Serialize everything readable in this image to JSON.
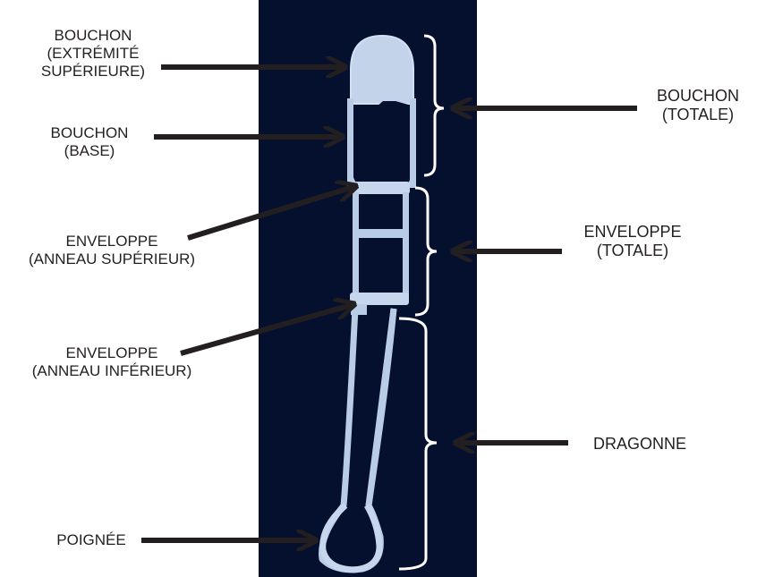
{
  "labels": {
    "cap_top": [
      "BOUCHON",
      "(EXTRÉMITÉ",
      "SUPÉRIEURE)"
    ],
    "cap_base": [
      "BOUCHON",
      "(BASE)"
    ],
    "sleeve_upper_ring": [
      "ENVELOPPE",
      "(ANNEAU SUPÉRIEUR)"
    ],
    "sleeve_lower_ring": [
      "ENVELOPPE",
      "(ANNEAU INFÉRIEUR)"
    ],
    "handle": [
      "POIGNÉE"
    ],
    "cap_total": [
      "BOUCHON",
      "(TOTALE)"
    ],
    "sleeve_total": [
      "ENVELOPPE",
      "(TOTALE)"
    ],
    "strap": [
      "DRAGONNE"
    ]
  },
  "colors": {
    "photo_background": "#05102e",
    "device": "#b9cce6",
    "arrow": "#231f20",
    "text": "#231f20"
  }
}
